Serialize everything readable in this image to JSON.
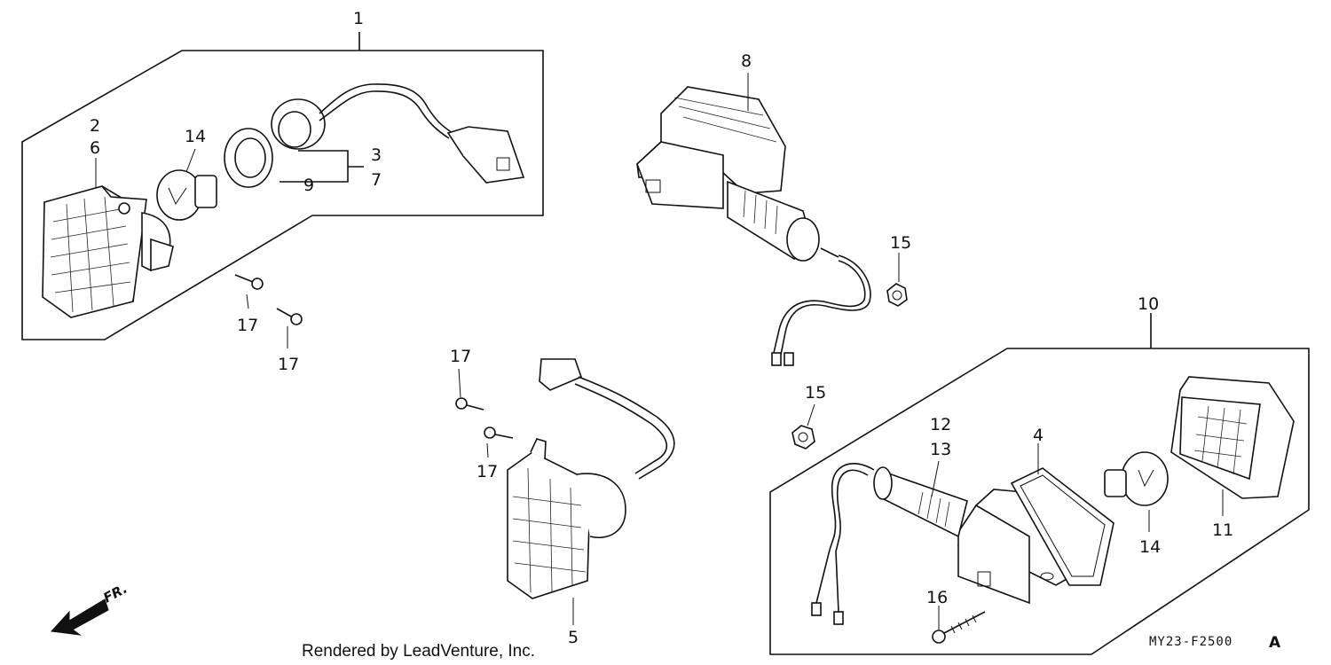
{
  "callouts": {
    "c1": "1",
    "c2": "2",
    "c6": "6",
    "c14a": "14",
    "c3": "3",
    "c7": "7",
    "c9": "9",
    "c17a": "17",
    "c17b": "17",
    "c8": "8",
    "c15a": "15",
    "c10": "10",
    "c17c": "17",
    "c17d": "17",
    "c15b": "15",
    "c12": "12",
    "c13": "13",
    "c4": "4",
    "c14b": "14",
    "c11": "11",
    "c5": "5",
    "c16": "16"
  },
  "front_label": "FR.",
  "credit": "Rendered by LeadVenture, Inc.",
  "diagram_code": "MY23-F2500",
  "diagram_suffix": "A"
}
